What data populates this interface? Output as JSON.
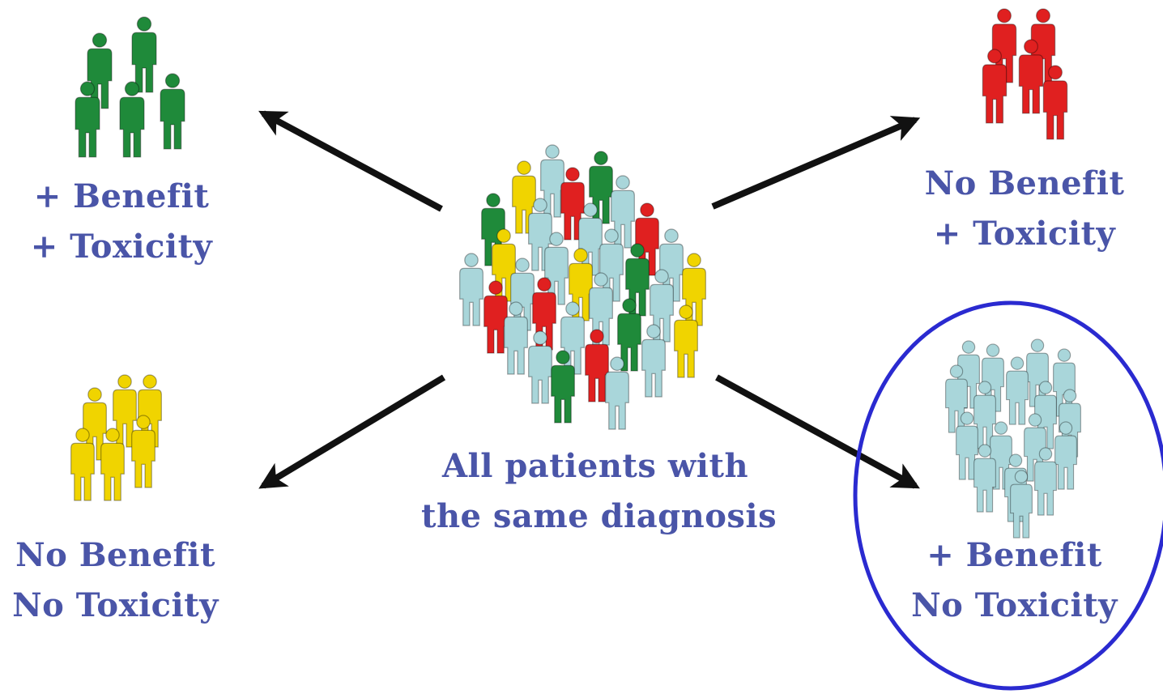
{
  "center": {
    "line1": "All patients with",
    "line2": "the same diagnosis"
  },
  "groups": {
    "top_left": {
      "line1": "+ Benefit",
      "line2": "+ Toxicity",
      "color": "#1f8a3a"
    },
    "top_right": {
      "line1": "No Benefit",
      "line2": "+ Toxicity",
      "color": "#e02020"
    },
    "bottom_left": {
      "line1": "No Benefit",
      "line2": "No Toxicity",
      "color": "#f0d400"
    },
    "bottom_right": {
      "line1": "+ Benefit",
      "line2": "No Toxicity",
      "color": "#a9d6da",
      "highlighted": true
    }
  },
  "colors": {
    "text": "#4a55a8",
    "arrow": "#111111",
    "highlight_ring": "#2a2ad0",
    "crowd_grey": "#a9d6da",
    "crowd_green": "#1f8a3a",
    "crowd_red": "#e02020",
    "crowd_yellow": "#f0d400"
  }
}
